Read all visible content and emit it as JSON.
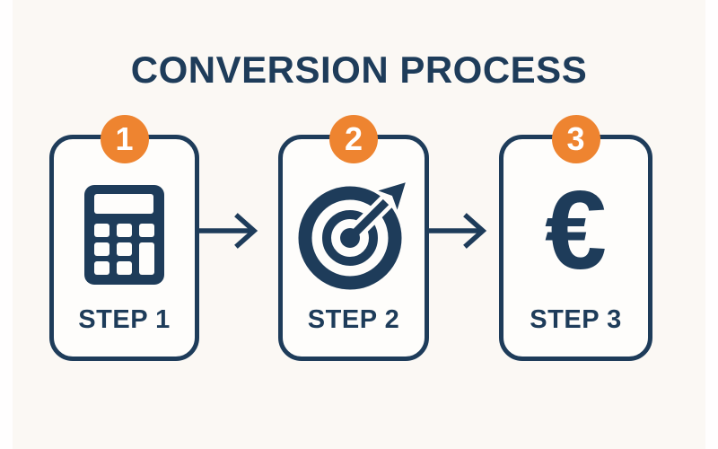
{
  "title": "CONVERSION PROCESS",
  "colors": {
    "navy": "#1E3C5A",
    "orange": "#EE8430",
    "background": "#FBF8F4",
    "card_background": "#FEFDFB",
    "badge_number_color": "#FFFFFF"
  },
  "steps": [
    {
      "badge_number": "1",
      "label": "STEP 1",
      "icon": "calculator-icon"
    },
    {
      "badge_number": "2",
      "label": "STEP 2",
      "icon": "dart-target-icon"
    },
    {
      "badge_number": "3",
      "label": "STEP 3",
      "icon": "euro-currency-icon",
      "symbol": "€"
    }
  ]
}
